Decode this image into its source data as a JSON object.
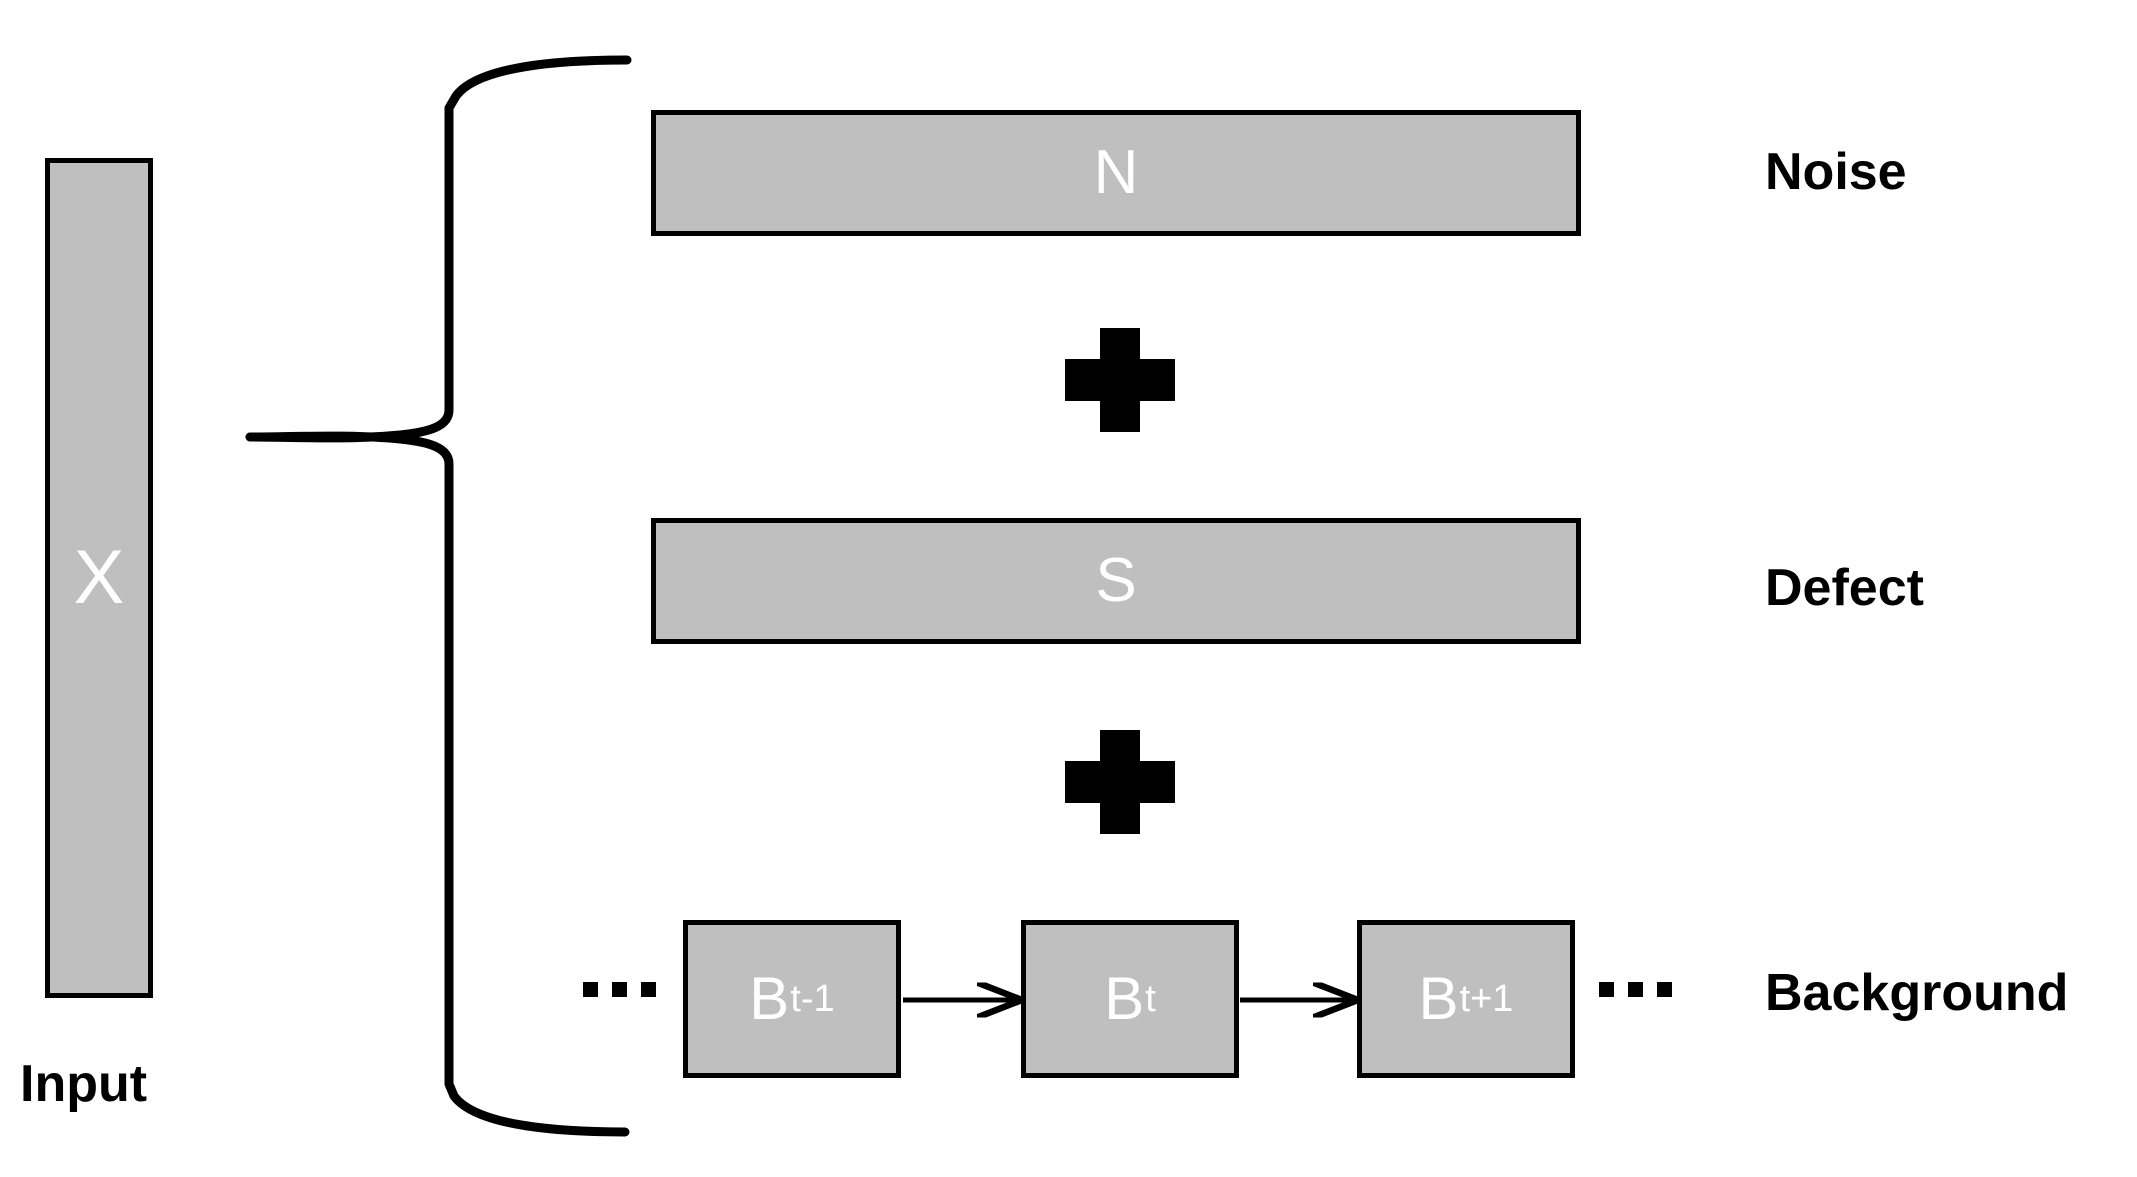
{
  "diagram": {
    "title_present": false,
    "colors": {
      "box_fill": "#bfbfbf",
      "box_stroke": "#000000",
      "box_text": "#ffffff",
      "label_text": "#000000",
      "background": "#ffffff"
    },
    "input": {
      "box_label": "X",
      "caption": "Input"
    },
    "brace": {
      "kind": "left-curly-brace",
      "groups": 3
    },
    "components": [
      {
        "id": "noise",
        "box_label": "N",
        "side_label": "Noise",
        "shape": "wide-bar"
      },
      {
        "id": "defect",
        "box_label": "S",
        "side_label": "Defect",
        "shape": "wide-bar"
      },
      {
        "id": "background",
        "side_label": "Background",
        "shape": "sequence-of-boxes",
        "sequence": [
          {
            "base": "B",
            "subscript": "t-1"
          },
          {
            "base": "B",
            "subscript": "t"
          },
          {
            "base": "B",
            "subscript": "t+1"
          }
        ],
        "leading_ellipsis": "...",
        "trailing_ellipsis": "...",
        "arrow_count": 2
      }
    ],
    "operators": [
      {
        "id": "plus-1",
        "glyph": "+",
        "between": [
          "noise",
          "defect"
        ]
      },
      {
        "id": "plus-2",
        "glyph": "+",
        "between": [
          "defect",
          "background"
        ]
      }
    ]
  }
}
